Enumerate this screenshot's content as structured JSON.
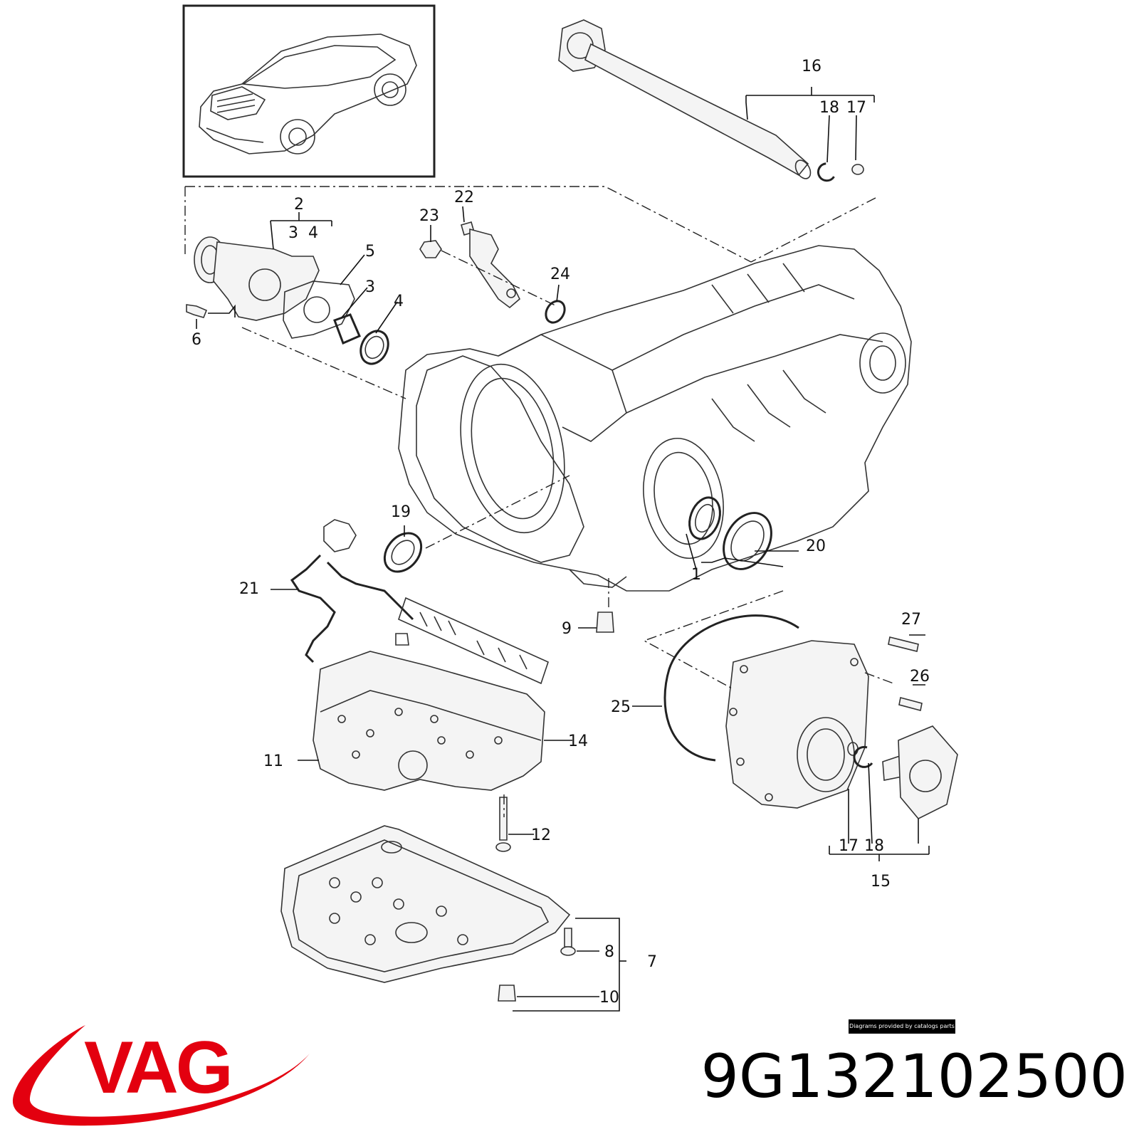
{
  "colors": {
    "brand": "#e3000f",
    "line": "#333333",
    "ink": "#111111"
  },
  "callouts": {
    "c1": "1",
    "c2": "2",
    "c3": "3",
    "c4": "4",
    "c5": "5",
    "c6": "6",
    "c7": "7",
    "c8": "8",
    "c9": "9",
    "c10": "10",
    "c11": "11",
    "c12": "12",
    "c14": "14",
    "c15": "15",
    "c16": "16",
    "c17": "17",
    "c18": "18",
    "c19": "19",
    "c20": "20",
    "c21": "21",
    "c22": "22",
    "c23": "23",
    "c24": "24",
    "c25": "25",
    "c26": "26",
    "c27": "27"
  },
  "credit": "Diagrams provided by catalogs parts",
  "brand": "VAG",
  "part_number": "9G132102500"
}
